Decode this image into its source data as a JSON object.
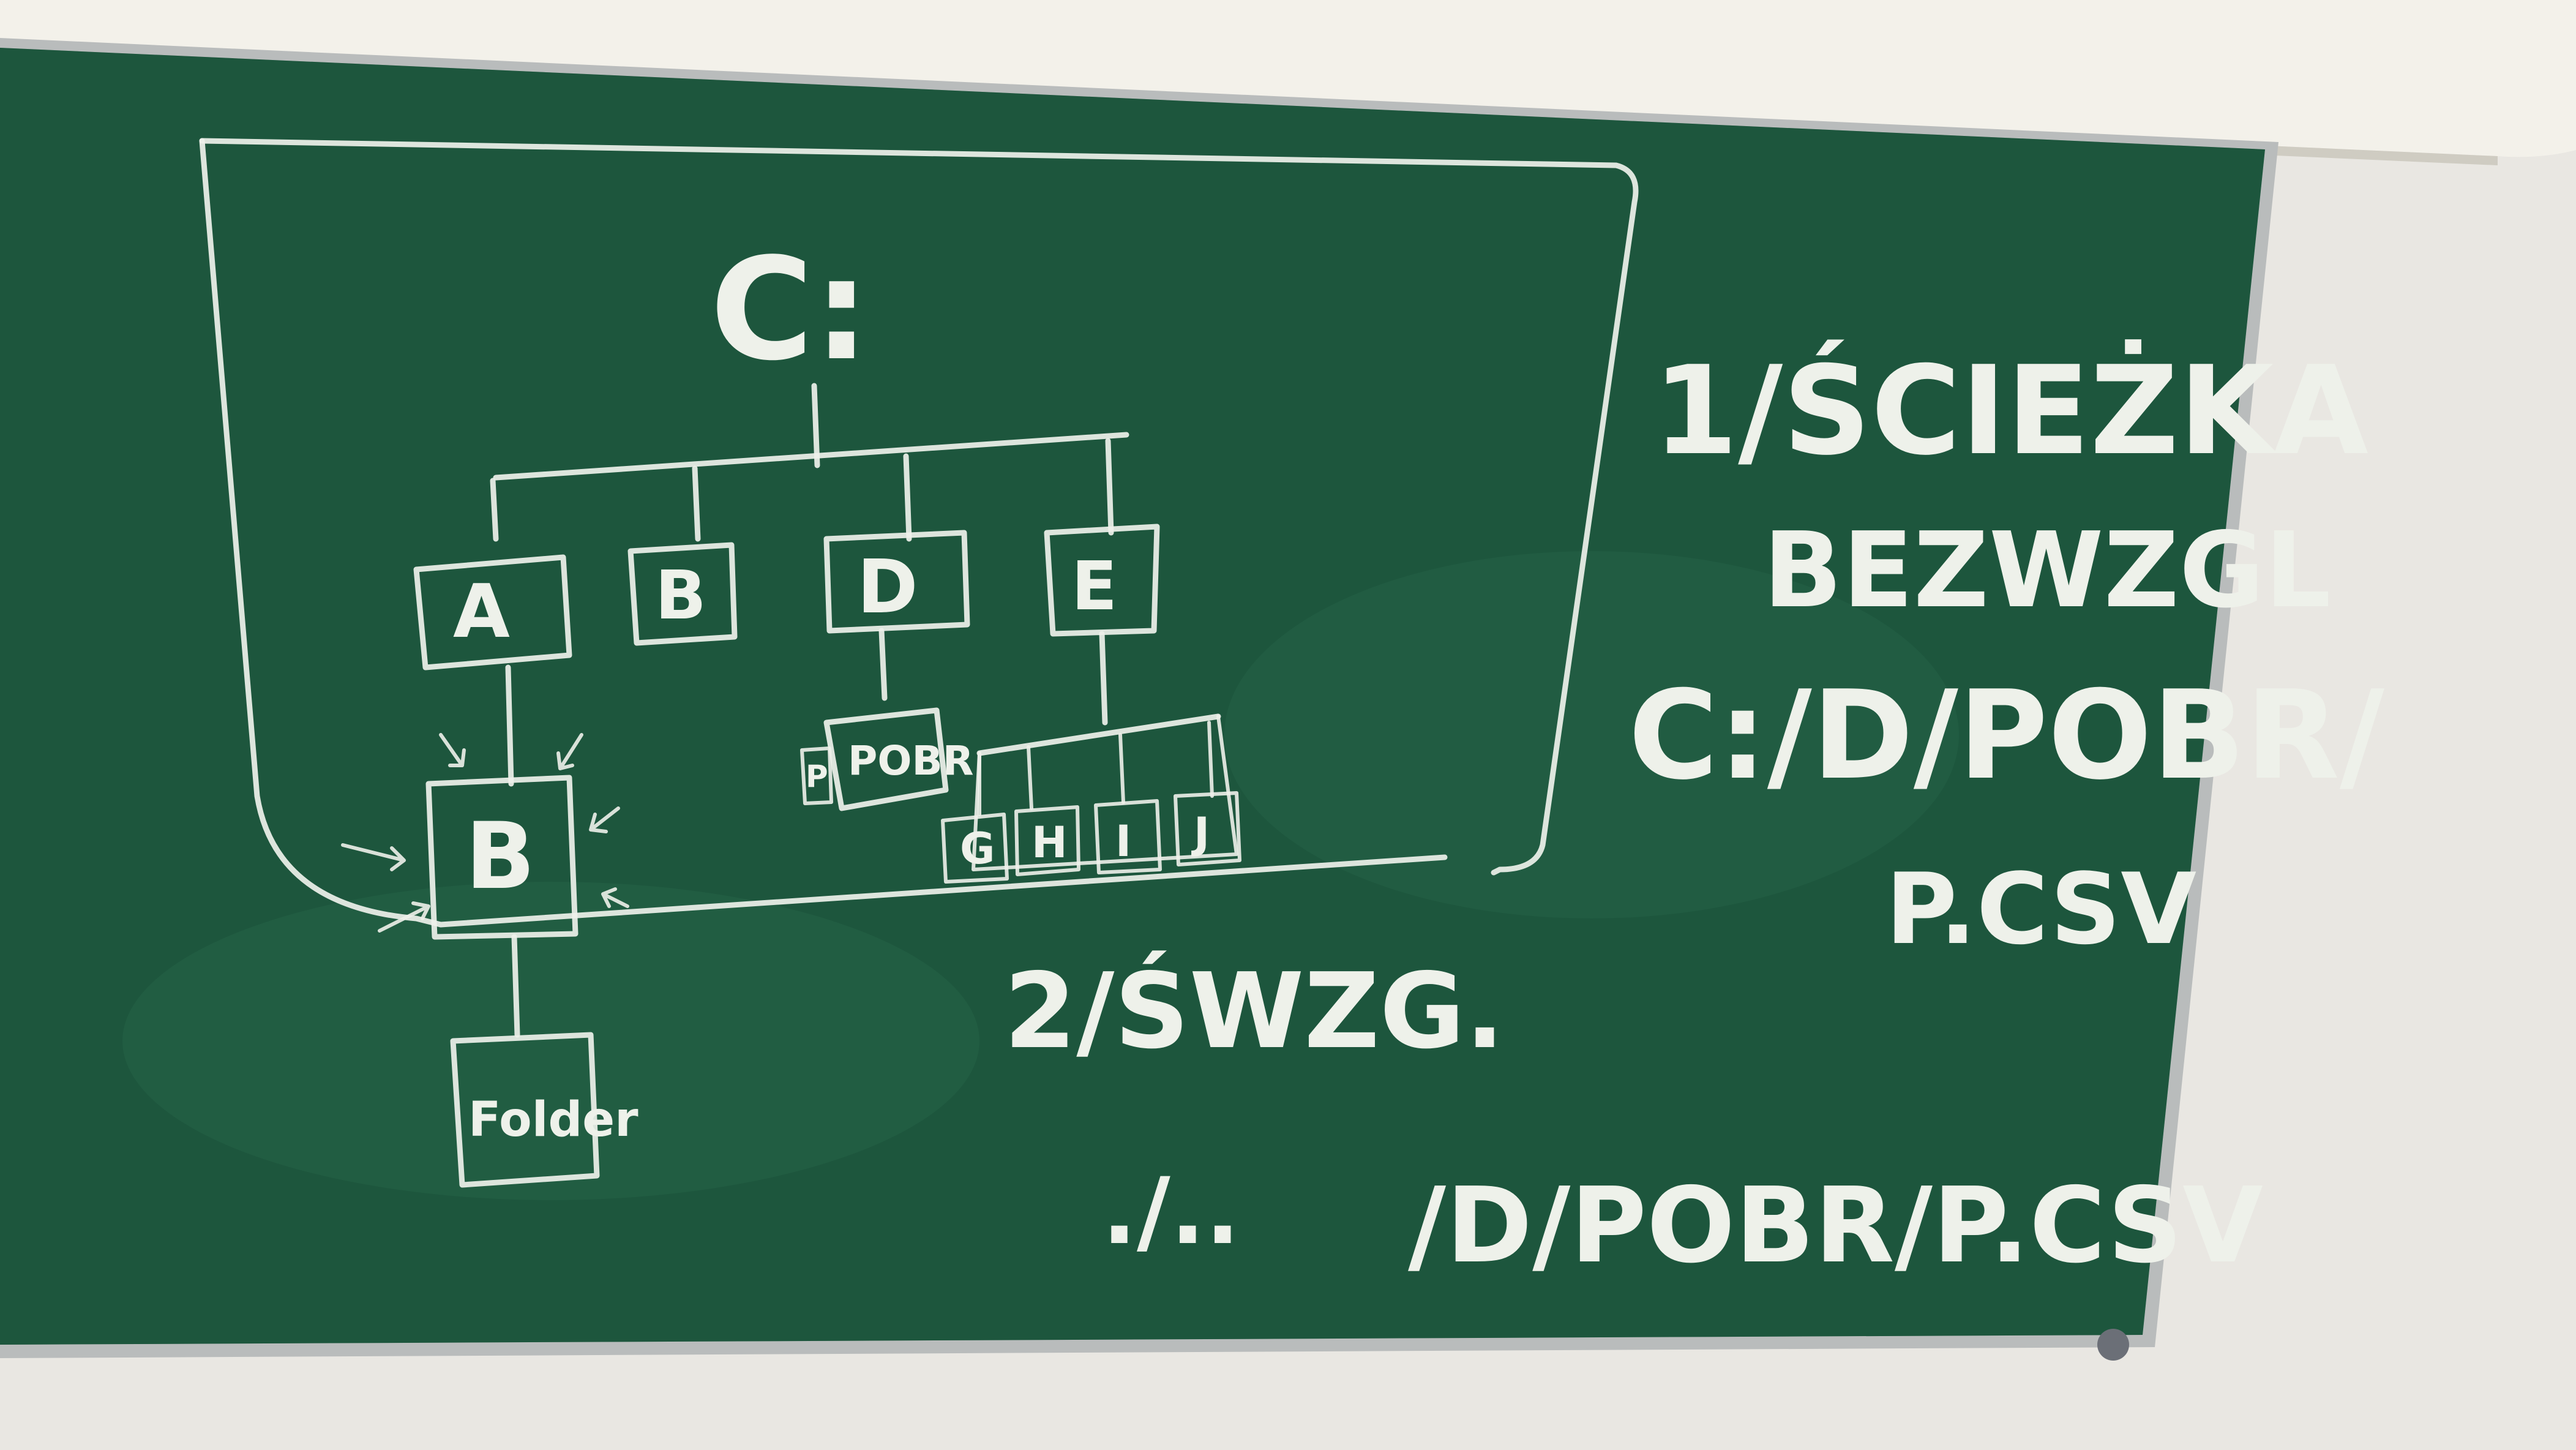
{
  "scene": {
    "colors": {
      "wall": "#e9e7e2",
      "screen_roll": "#f3f1ea",
      "board": "#1f5a40",
      "board_frame": "#b9bcbc",
      "chalk": "#eef1ea"
    }
  },
  "diagram": {
    "root": "C:",
    "folders": [
      "A",
      "B",
      "D",
      "E"
    ],
    "b_node": "B",
    "b_child": "Folder",
    "d_child": "POBR",
    "d_child_tag": "P",
    "e_children": [
      "G",
      "H",
      "I",
      "J"
    ]
  },
  "notes": {
    "heading_1": "1/ŚCIEŻKA",
    "heading_1b": "BEZWZGL",
    "path_1": "C:/D/POBR/",
    "path_1b": "P.CSV",
    "heading_2": "2/ŚWZG.",
    "path_2_prefix": "./..",
    "path_2": "/D/POBR/P.CSV"
  }
}
